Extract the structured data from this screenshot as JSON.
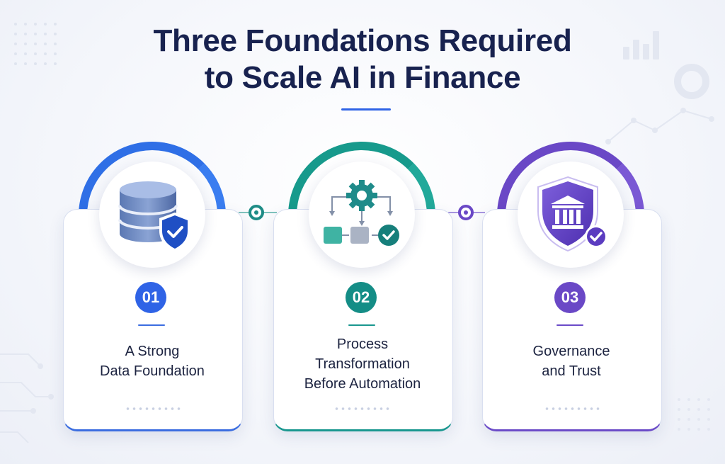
{
  "title": {
    "line1": "Three Foundations Required",
    "line2": "to Scale AI in Finance"
  },
  "colors": {
    "navy": "#18224f",
    "blue": "#2f63e6",
    "teal": "#148d86",
    "purple": "#6a48c6"
  },
  "foundations": [
    {
      "number": "01",
      "line1": "A Strong",
      "line2": "Data Foundation",
      "icon": "database-shield-icon"
    },
    {
      "number": "02",
      "line1": "Process",
      "line2": "Transformation",
      "line3": "Before Automation",
      "icon": "process-flow-gear-icon"
    },
    {
      "number": "03",
      "line1": "Governance",
      "line2": "and Trust",
      "icon": "bank-shield-icon"
    }
  ]
}
